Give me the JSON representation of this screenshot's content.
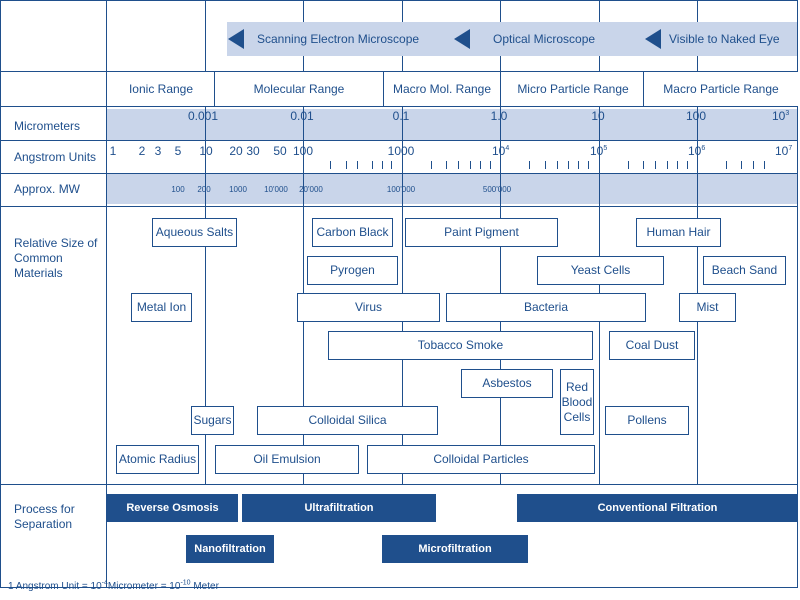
{
  "microscopes": [
    "Scanning Electron Microscope",
    "Optical Microscope",
    "Visible to Naked Eye"
  ],
  "ranges": [
    "Ionic Range",
    "Molecular Range",
    "Macro Mol. Range",
    "Micro Particle Range",
    "Macro Particle Range"
  ],
  "row_labels": {
    "micrometers": "Micrometers",
    "angstrom": "Angstrom Units",
    "mw": "Approx. MW",
    "relative": "Relative Size of Common Materials",
    "process": "Process for Separation"
  },
  "micrometer_ticks": [
    "0.001",
    "0.01",
    "0.1",
    "1.0",
    "10",
    "100"
  ],
  "micrometer_last": {
    "base": "10",
    "exp": "3"
  },
  "angstrom_ticks": [
    "1",
    "2",
    "3",
    "5",
    "10",
    "20",
    "30",
    "50",
    "100",
    "1000"
  ],
  "angstrom_powers": [
    {
      "base": "10",
      "exp": "4"
    },
    {
      "base": "10",
      "exp": "5"
    },
    {
      "base": "10",
      "exp": "6"
    },
    {
      "base": "10",
      "exp": "7"
    }
  ],
  "mw_ticks": [
    "100",
    "200",
    "1000",
    "10'000",
    "20'000",
    "100'000",
    "500'000"
  ],
  "materials": [
    "Aqueous Salts",
    "Carbon Black",
    "Paint Pigment",
    "Human Hair",
    "Pyrogen",
    "Yeast Cells",
    "Beach Sand",
    "Metal Ion",
    "Virus",
    "Bacteria",
    "Mist",
    "Tobacco Smoke",
    "Coal Dust",
    "Asbestos",
    "Red Blood Cells",
    "Sugars",
    "Colloidal Silica",
    "Pollens",
    "Atomic Radius",
    "Oil Emulsion",
    "Colloidal Particles"
  ],
  "processes": [
    "Reverse Osmosis",
    "Ultrafiltration",
    "Conventional Filtration",
    "Nanofiltration",
    "Microfiltration"
  ],
  "footnote": {
    "a": "1 Angstrom Unit = 10",
    "a_exp": "-4",
    "b": "Micrometer = 10",
    "b_exp": "-10",
    "c": " Meter"
  },
  "colors": {
    "primary": "#1f4f8c",
    "band": "#c9d5ea"
  }
}
